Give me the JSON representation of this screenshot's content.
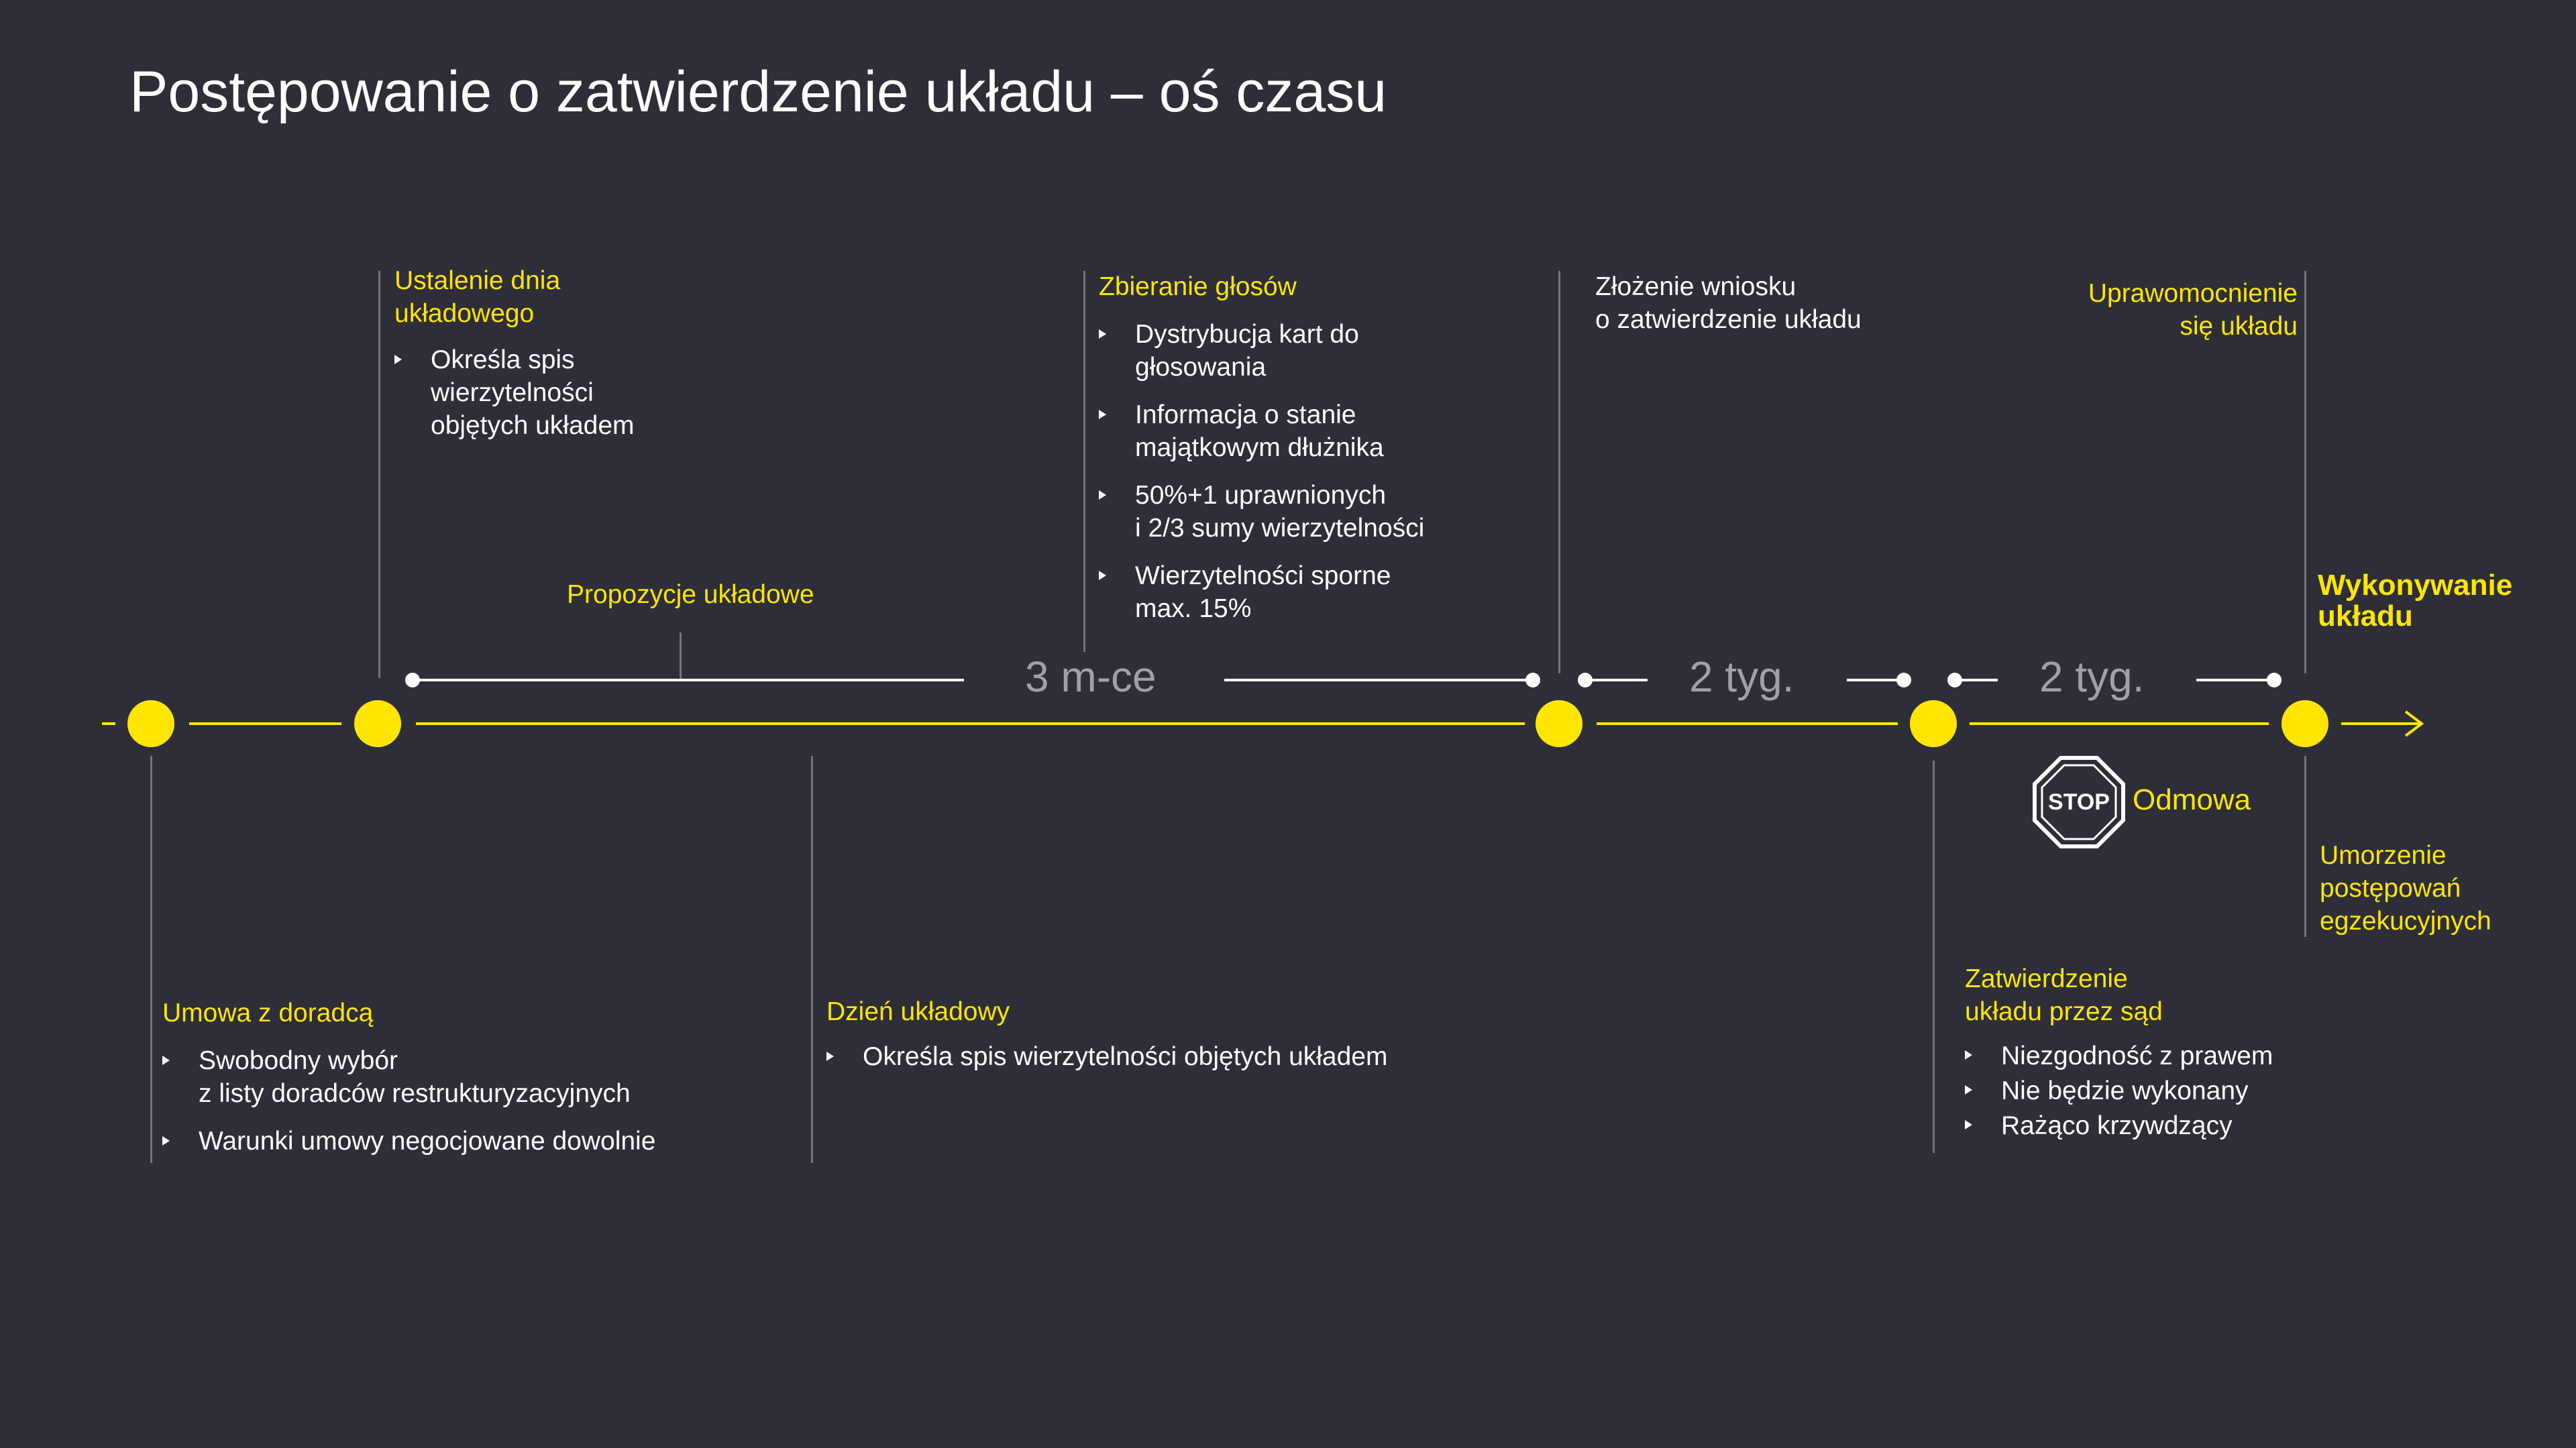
{
  "title": "Postępowanie o zatwierdzenie układu – oś czasu",
  "colors": {
    "background": "#2e2e38",
    "accent": "#ffe600",
    "line": "#747480",
    "muted": "#a0a0ac"
  },
  "durations": [
    "3 m-ce",
    "2 tyg.",
    "2 tyg."
  ],
  "top": {
    "ustalenie": {
      "title_lines": [
        "Ustalenie dnia",
        "układowego"
      ],
      "bullets": [
        "Określa spis\nwierzytelności\nobjętych układem"
      ]
    },
    "propozycje": "Propozycje układowe",
    "zbieranie": {
      "title": "Zbieranie głosów",
      "bullets": [
        "Dystrybucja kart do\ngłosowania",
        "Informacja o stanie\nmajątkowym dłużnika",
        "50%+1 uprawnionych\ni 2/3 sumy wierzytelności",
        "Wierzytelności sporne\nmax. 15%"
      ]
    },
    "zlozenie": {
      "lines": [
        "Złożenie wniosku",
        "o zatwierdzenie układu"
      ]
    },
    "uprawomocnienie": {
      "lines": [
        "Uprawomocnienie",
        "się układu"
      ]
    },
    "wykonywanie": {
      "lines": [
        "Wykonywanie",
        "układu"
      ]
    }
  },
  "bottom": {
    "umowa": {
      "title": "Umowa z doradcą",
      "bullets": [
        "Swobodny wybór\nz listy doradców restrukturyzacyjnych",
        "Warunki umowy negocjowane dowolnie"
      ]
    },
    "dzien": {
      "title": "Dzień układowy",
      "bullets": [
        "Określa spis wierzytelności objętych układem"
      ]
    },
    "odmowa": {
      "stop_label": "STOP",
      "label": "Odmowa"
    },
    "zatwierdzenie": {
      "title_lines": [
        "Zatwierdzenie",
        "układu przez sąd"
      ],
      "bullets": [
        "Niezgodność z prawem",
        "Nie będzie wykonany",
        "Rażąco krzywdzący"
      ]
    },
    "umorzenie": {
      "lines": [
        "Umorzenie",
        "postępowań",
        "egzekucyjnych"
      ]
    }
  }
}
